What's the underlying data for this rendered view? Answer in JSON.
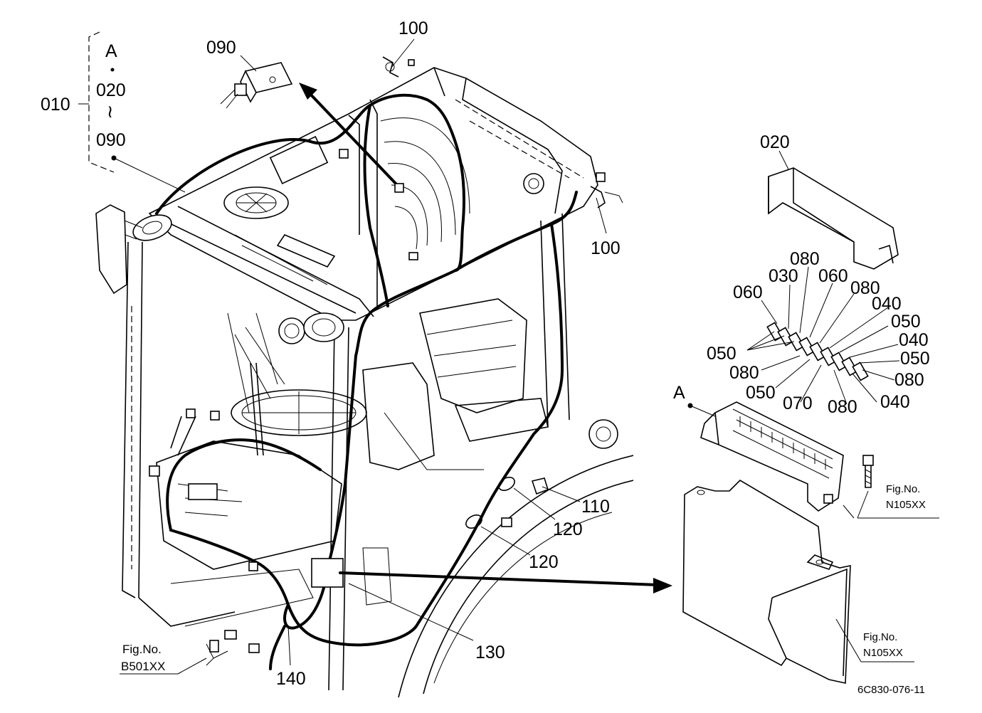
{
  "callouts": {
    "c010": "010",
    "cA_top": "A",
    "c020_top": "020",
    "tilde": "≀",
    "c090_left": "090",
    "c090": "090",
    "c100_top": "100",
    "c100_right": "100",
    "c020": "020",
    "c080_a": "080",
    "c030": "030",
    "c060_a": "060",
    "c060_b": "060",
    "c080_b": "080",
    "c040_a": "040",
    "c050_a": "050",
    "c040_b": "040",
    "c050_b": "050",
    "c050_left": "050",
    "c080_c": "080",
    "c080_d": "080",
    "c050_c": "050",
    "c070": "070",
    "c080_e": "080",
    "c040_c": "040",
    "cA_right": "A",
    "c110": "110",
    "c120_a": "120",
    "c120_b": "120",
    "c130": "130",
    "c140": "140"
  },
  "refs": {
    "fig_label_1": "Fig.No.",
    "fig_num_1": "N105XX",
    "fig_label_2": "Fig.No.",
    "fig_num_2": "N105XX",
    "fig_label_3": "Fig.No.",
    "fig_num_3": "B501XX"
  },
  "drawing_code": "6C830-076-11"
}
